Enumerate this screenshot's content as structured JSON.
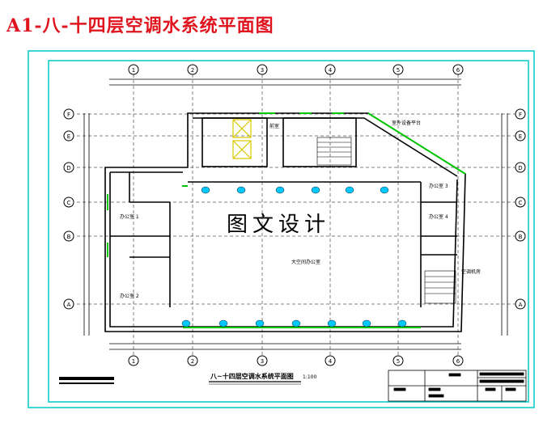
{
  "page_title": "A1-八-十四层空调水系统平面图",
  "watermark": "图文设计",
  "drawing_title": "八~十四层空调水系统平面图",
  "drawing_scale": "1:100",
  "grid_top": [
    "1",
    "2",
    "3",
    "4",
    "5",
    "6"
  ],
  "grid_bottom": [
    "1",
    "2",
    "3",
    "4",
    "5",
    "6"
  ],
  "grid_left": [
    "F",
    "E",
    "D",
    "C",
    "B",
    "A"
  ],
  "grid_right": [
    "F",
    "E",
    "D",
    "C",
    "B",
    "A"
  ],
  "rooms": {
    "office_1": "办公室 1",
    "office_2": "办公室 2",
    "office_3": "办公室 3",
    "office_4": "办公室 4",
    "open_office": "大空间办公室",
    "front_room": "前室",
    "platform": "室外设备平台",
    "ac_room": "空调机房"
  },
  "colors": {
    "sheet_border": "#00c8c8",
    "walls": "#000000",
    "pipes": "#00c800",
    "units": "#00c8ff",
    "elevator": "#d8c800",
    "title_red": "#e0141e"
  }
}
